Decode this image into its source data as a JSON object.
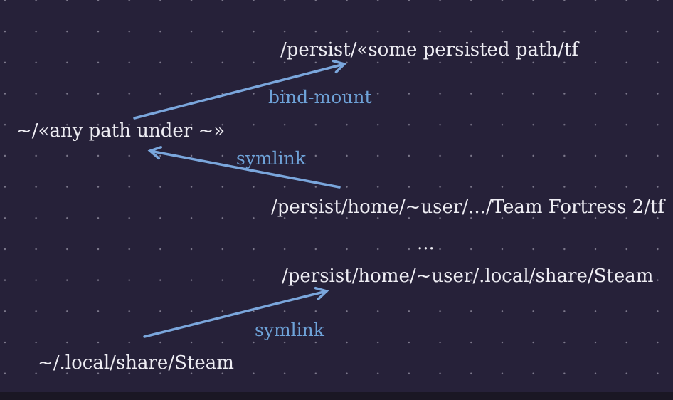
{
  "canvas": {
    "background_color": "#262139",
    "dot_grid_color": "#c4c1d0",
    "bottom_bar_color": "#1a1724"
  },
  "diagram": {
    "nodes": [
      {
        "id": "persist-some-path",
        "text": "/persist/«some persisted path/tf"
      },
      {
        "id": "home-any-path",
        "text": "~/«any path under ~»"
      },
      {
        "id": "persist-team-fortress",
        "text": "/persist/home/~user/.../Team Fortress 2/tf"
      },
      {
        "id": "ellipsis",
        "text": "..."
      },
      {
        "id": "persist-steam",
        "text": "/persist/home/~user/.local/share/Steam"
      },
      {
        "id": "home-steam",
        "text": "~/.local/share/Steam"
      }
    ],
    "edges": [
      {
        "label": "bind-mount",
        "from": "home-any-path",
        "to": "persist-some-path"
      },
      {
        "label": "symlink",
        "from": "persist-team-fortress",
        "to": "home-any-path"
      },
      {
        "label": "symlink",
        "from": "home-steam",
        "to": "persist-steam"
      }
    ],
    "colors": {
      "text": "#eeedf3",
      "arrow_blue": "#7aa6dc",
      "label_blue": "#6ea2d8"
    }
  }
}
